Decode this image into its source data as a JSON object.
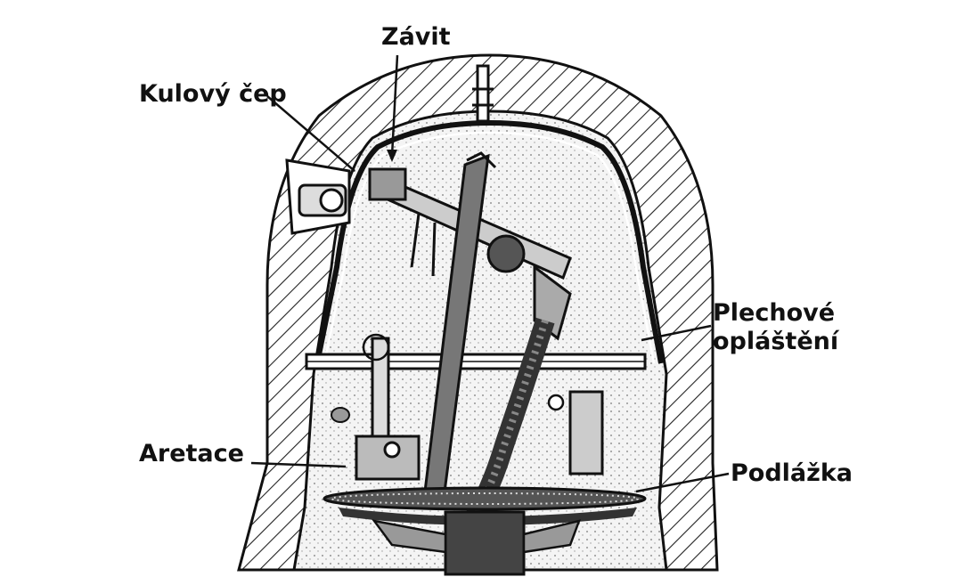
{
  "labels": {
    "zavit": "Závit",
    "kulovy_cep": "Kulový čep",
    "plechove_1": "Plechové",
    "plechove_2": "opláštění",
    "aretace": "Aretace",
    "podlazka": "Podlážka"
  },
  "colors": {
    "ink": "#111111",
    "paper": "#ffffff"
  }
}
